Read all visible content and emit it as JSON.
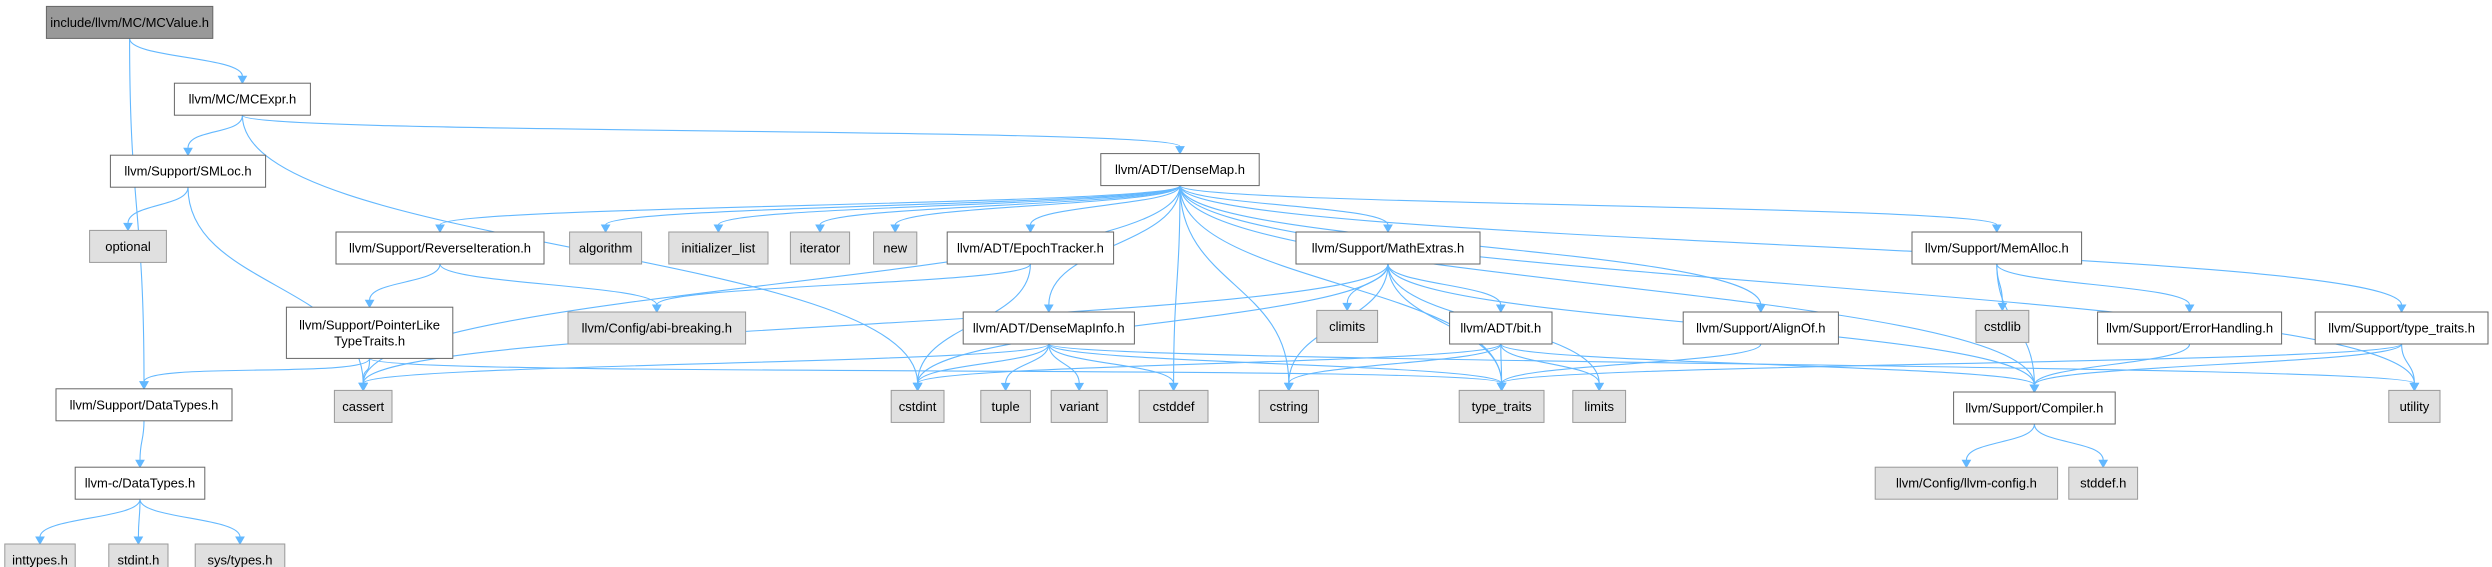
{
  "graph": {
    "nodes": [
      {
        "id": "mcvalue",
        "lines": [
          "include/llvm/MC/MCValue.h"
        ],
        "kind": "root"
      },
      {
        "id": "mcexpr",
        "lines": [
          "llvm/MC/MCExpr.h"
        ],
        "kind": "header"
      },
      {
        "id": "smloc",
        "lines": [
          "llvm/Support/SMLoc.h"
        ],
        "kind": "header"
      },
      {
        "id": "optional",
        "lines": [
          "optional"
        ],
        "kind": "system"
      },
      {
        "id": "densemap",
        "lines": [
          "llvm/ADT/DenseMap.h"
        ],
        "kind": "header"
      },
      {
        "id": "reviter",
        "lines": [
          "llvm/Support/ReverseIteration.h"
        ],
        "kind": "header"
      },
      {
        "id": "algorithm",
        "lines": [
          "algorithm"
        ],
        "kind": "system"
      },
      {
        "id": "initlist",
        "lines": [
          "initializer_list"
        ],
        "kind": "system"
      },
      {
        "id": "iterator",
        "lines": [
          "iterator"
        ],
        "kind": "system"
      },
      {
        "id": "new",
        "lines": [
          "new"
        ],
        "kind": "system"
      },
      {
        "id": "epoch",
        "lines": [
          "llvm/ADT/EpochTracker.h"
        ],
        "kind": "header"
      },
      {
        "id": "mathextras",
        "lines": [
          "llvm/Support/MathExtras.h"
        ],
        "kind": "header"
      },
      {
        "id": "memalloc",
        "lines": [
          "llvm/Support/MemAlloc.h"
        ],
        "kind": "header"
      },
      {
        "id": "ptrlike",
        "lines": [
          "llvm/Support/PointerLike",
          "TypeTraits.h"
        ],
        "kind": "header"
      },
      {
        "id": "abibreak",
        "lines": [
          "llvm/Config/abi-breaking.h"
        ],
        "kind": "system"
      },
      {
        "id": "densemapinfo",
        "lines": [
          "llvm/ADT/DenseMapInfo.h"
        ],
        "kind": "header"
      },
      {
        "id": "climits",
        "lines": [
          "climits"
        ],
        "kind": "system"
      },
      {
        "id": "bit",
        "lines": [
          "llvm/ADT/bit.h"
        ],
        "kind": "header"
      },
      {
        "id": "alignof",
        "lines": [
          "llvm/Support/AlignOf.h"
        ],
        "kind": "header"
      },
      {
        "id": "cstdlib",
        "lines": [
          "cstdlib"
        ],
        "kind": "system"
      },
      {
        "id": "errhandling",
        "lines": [
          "llvm/Support/ErrorHandling.h"
        ],
        "kind": "header"
      },
      {
        "id": "typetraitsh",
        "lines": [
          "llvm/Support/type_traits.h"
        ],
        "kind": "header"
      },
      {
        "id": "datatypes",
        "lines": [
          "llvm/Support/DataTypes.h"
        ],
        "kind": "header"
      },
      {
        "id": "cassert",
        "lines": [
          "cassert"
        ],
        "kind": "system"
      },
      {
        "id": "cstdint",
        "lines": [
          "cstdint"
        ],
        "kind": "system"
      },
      {
        "id": "tuple",
        "lines": [
          "tuple"
        ],
        "kind": "system"
      },
      {
        "id": "variant",
        "lines": [
          "variant"
        ],
        "kind": "system"
      },
      {
        "id": "cstddef",
        "lines": [
          "cstddef"
        ],
        "kind": "system"
      },
      {
        "id": "cstring",
        "lines": [
          "cstring"
        ],
        "kind": "system"
      },
      {
        "id": "type_traits",
        "lines": [
          "type_traits"
        ],
        "kind": "system"
      },
      {
        "id": "limits",
        "lines": [
          "limits"
        ],
        "kind": "system"
      },
      {
        "id": "compiler",
        "lines": [
          "llvm/Support/Compiler.h"
        ],
        "kind": "header"
      },
      {
        "id": "utility",
        "lines": [
          "utility"
        ],
        "kind": "system"
      },
      {
        "id": "cdatatypes",
        "lines": [
          "llvm-c/DataTypes.h"
        ],
        "kind": "header"
      },
      {
        "id": "llvmconfig",
        "lines": [
          "llvm/Config/llvm-config.h"
        ],
        "kind": "system"
      },
      {
        "id": "stddef",
        "lines": [
          "stddef.h"
        ],
        "kind": "system"
      },
      {
        "id": "inttypes",
        "lines": [
          "inttypes.h"
        ],
        "kind": "system"
      },
      {
        "id": "stdint",
        "lines": [
          "stdint.h"
        ],
        "kind": "system"
      },
      {
        "id": "systypes",
        "lines": [
          "sys/types.h"
        ],
        "kind": "system"
      }
    ],
    "edges": [
      [
        "mcvalue",
        "mcexpr"
      ],
      [
        "mcvalue",
        "datatypes"
      ],
      [
        "mcexpr",
        "smloc"
      ],
      [
        "mcexpr",
        "densemap"
      ],
      [
        "mcexpr",
        "cstdint"
      ],
      [
        "smloc",
        "optional"
      ],
      [
        "smloc",
        "cassert"
      ],
      [
        "densemap",
        "reviter"
      ],
      [
        "densemap",
        "algorithm"
      ],
      [
        "densemap",
        "initlist"
      ],
      [
        "densemap",
        "iterator"
      ],
      [
        "densemap",
        "new"
      ],
      [
        "densemap",
        "epoch"
      ],
      [
        "densemap",
        "mathextras"
      ],
      [
        "densemap",
        "memalloc"
      ],
      [
        "densemap",
        "densemapinfo"
      ],
      [
        "densemap",
        "alignof"
      ],
      [
        "densemap",
        "typetraitsh"
      ],
      [
        "densemap",
        "cassert"
      ],
      [
        "densemap",
        "cstddef"
      ],
      [
        "densemap",
        "cstring"
      ],
      [
        "densemap",
        "compiler"
      ],
      [
        "densemap",
        "type_traits"
      ],
      [
        "densemap",
        "utility"
      ],
      [
        "reviter",
        "ptrlike"
      ],
      [
        "reviter",
        "abibreak"
      ],
      [
        "epoch",
        "abibreak"
      ],
      [
        "epoch",
        "cstdint"
      ],
      [
        "mathextras",
        "bit"
      ],
      [
        "mathextras",
        "climits"
      ],
      [
        "mathextras",
        "cstring"
      ],
      [
        "mathextras",
        "type_traits"
      ],
      [
        "mathextras",
        "limits"
      ],
      [
        "mathextras",
        "compiler"
      ],
      [
        "mathextras",
        "cassert"
      ],
      [
        "mathextras",
        "cstdint"
      ],
      [
        "memalloc",
        "cstdlib"
      ],
      [
        "memalloc",
        "errhandling"
      ],
      [
        "memalloc",
        "compiler"
      ],
      [
        "ptrlike",
        "datatypes"
      ],
      [
        "ptrlike",
        "cassert"
      ],
      [
        "ptrlike",
        "type_traits"
      ],
      [
        "densemapinfo",
        "cassert"
      ],
      [
        "densemapinfo",
        "cstdint"
      ],
      [
        "densemapinfo",
        "tuple"
      ],
      [
        "densemapinfo",
        "variant"
      ],
      [
        "densemapinfo",
        "cstddef"
      ],
      [
        "densemapinfo",
        "type_traits"
      ],
      [
        "densemapinfo",
        "utility"
      ],
      [
        "bit",
        "compiler"
      ],
      [
        "bit",
        "cstdint"
      ],
      [
        "bit",
        "cstring"
      ],
      [
        "bit",
        "type_traits"
      ],
      [
        "bit",
        "limits"
      ],
      [
        "alignof",
        "type_traits"
      ],
      [
        "errhandling",
        "compiler"
      ],
      [
        "typetraitsh",
        "compiler"
      ],
      [
        "typetraitsh",
        "type_traits"
      ],
      [
        "typetraitsh",
        "utility"
      ],
      [
        "compiler",
        "llvmconfig"
      ],
      [
        "compiler",
        "stddef"
      ],
      [
        "datatypes",
        "cdatatypes"
      ],
      [
        "cdatatypes",
        "inttypes"
      ],
      [
        "cdatatypes",
        "stdint"
      ],
      [
        "cdatatypes",
        "systypes"
      ]
    ]
  }
}
